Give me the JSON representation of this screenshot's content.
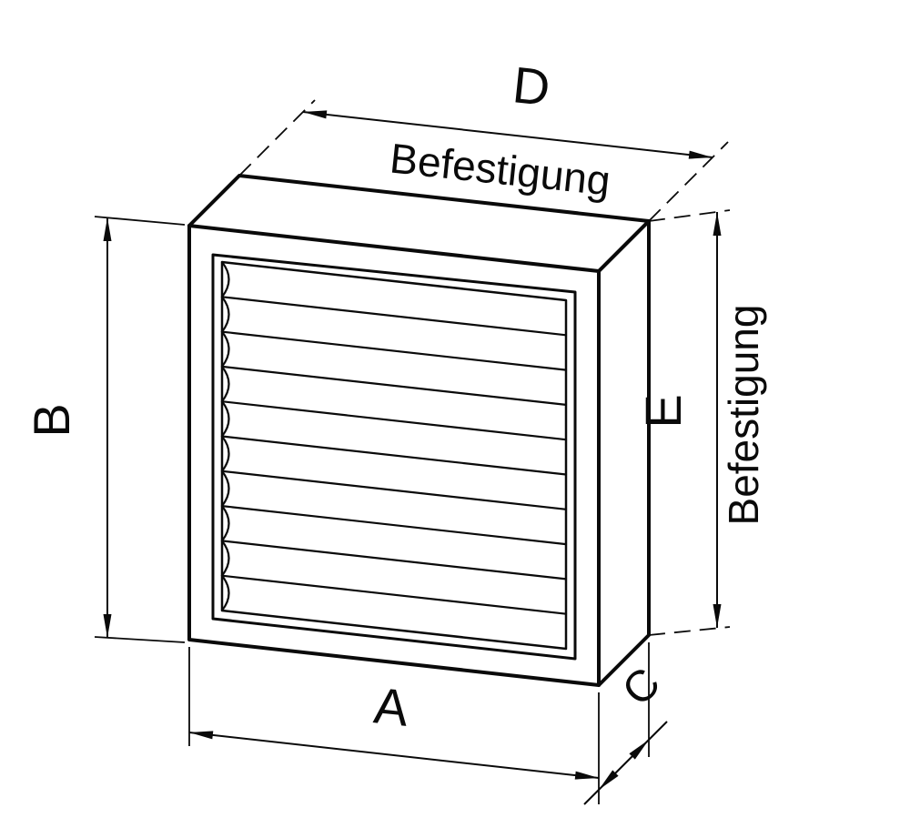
{
  "page": {
    "background_color": "#ffffff",
    "line_color": "#0a0a0a"
  },
  "diagram": {
    "type": "technical-drawing",
    "subject": "pleated-panel-filter-isometric",
    "pleat_count": 9,
    "dimensions": {
      "width_label": "A",
      "height_label": "B",
      "depth_label": "C",
      "mount_width_label": "D",
      "mount_height_label": "E"
    },
    "annotations": {
      "top_mounting": "Befestigung",
      "right_mounting": "Befestigung"
    }
  }
}
